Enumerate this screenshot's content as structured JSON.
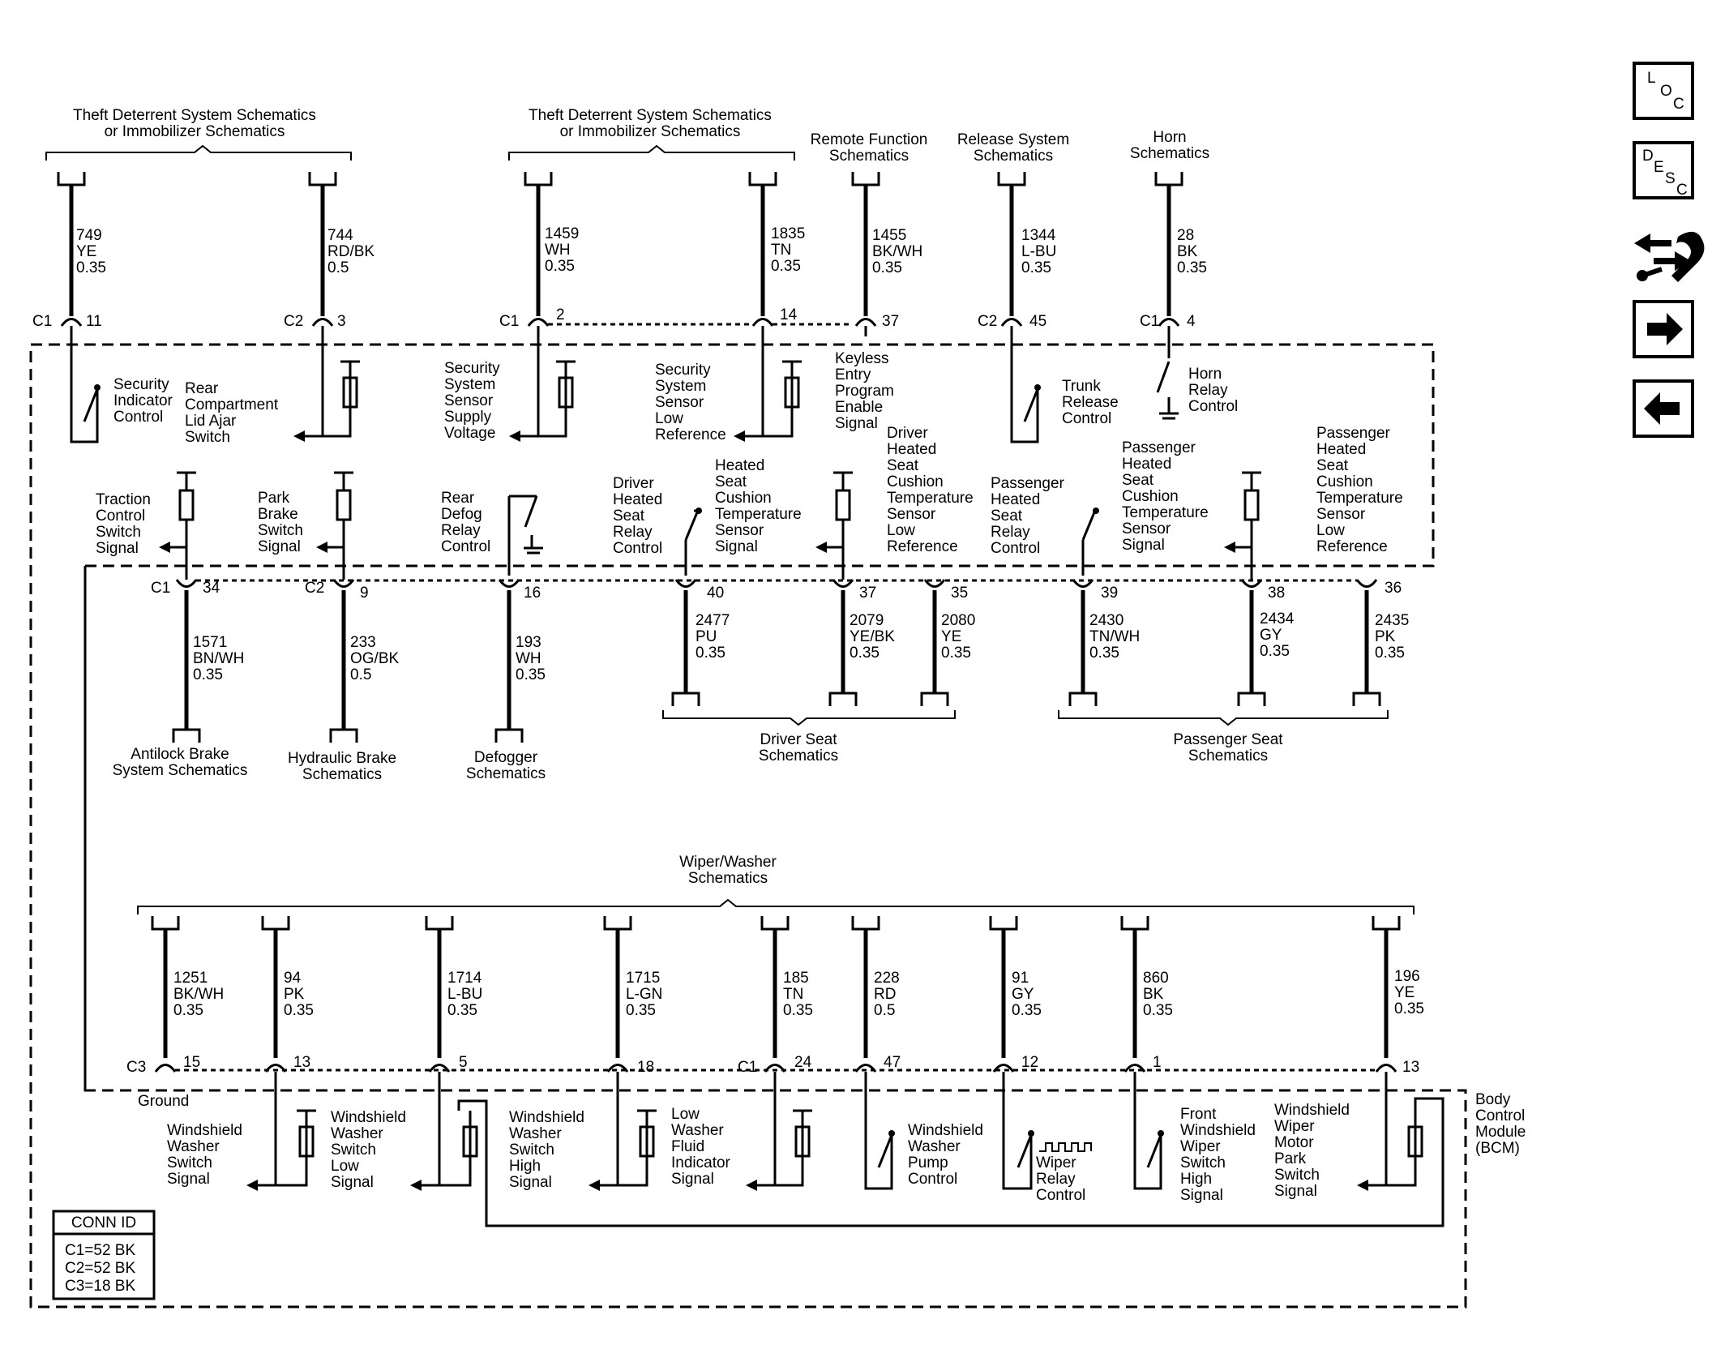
{
  "top_groups": [
    {
      "id": "tds1",
      "lines": [
        "Theft Deterrent System Schematics",
        "or Immobilizer Schematics"
      ]
    },
    {
      "id": "tds2",
      "lines": [
        "Theft Deterrent System Schematics",
        "or Immobilizer Schematics"
      ]
    },
    {
      "id": "rfs",
      "lines": [
        "Remote Function",
        "Schematics"
      ]
    },
    {
      "id": "rss",
      "lines": [
        "Release System",
        "Schematics"
      ]
    },
    {
      "id": "horn",
      "lines": [
        "Horn",
        "Schematics"
      ]
    }
  ],
  "top_wires": [
    {
      "circuit": "749",
      "color": "YE",
      "gauge": "0.35",
      "conn": "C1",
      "pin": "11"
    },
    {
      "circuit": "744",
      "color": "RD/BK",
      "gauge": "0.5",
      "conn": "C2",
      "pin": "3"
    },
    {
      "circuit": "1459",
      "color": "WH",
      "gauge": "0.35",
      "conn": "C1",
      "pin": "2"
    },
    {
      "circuit": "1835",
      "color": "TN",
      "gauge": "0.35",
      "conn": "",
      "pin": "14"
    },
    {
      "circuit": "1455",
      "color": "BK/WH",
      "gauge": "0.35",
      "conn": "",
      "pin": "37"
    },
    {
      "circuit": "1344",
      "color": "L-BU",
      "gauge": "0.35",
      "conn": "C2",
      "pin": "45"
    },
    {
      "circuit": "28",
      "color": "BK",
      "gauge": "0.35",
      "conn": "C1",
      "pin": "4"
    }
  ],
  "upper_labels": [
    {
      "id": "sic",
      "lines": [
        "Security",
        "Indicator",
        "Control"
      ]
    },
    {
      "id": "rcl",
      "lines": [
        "Rear",
        "Compartment",
        "Lid Ajar",
        "Switch"
      ]
    },
    {
      "id": "sssv",
      "lines": [
        "Security",
        "System",
        "Sensor",
        "Supply",
        "Voltage"
      ]
    },
    {
      "id": "sslr",
      "lines": [
        "Security",
        "System",
        "Sensor",
        "Low",
        "Reference"
      ]
    },
    {
      "id": "kep",
      "lines": [
        "Keyless",
        "Entry",
        "Program",
        "Enable",
        "Signal"
      ]
    },
    {
      "id": "trc",
      "lines": [
        "Trunk",
        "Release",
        "Control"
      ]
    },
    {
      "id": "hrc",
      "lines": [
        "Horn",
        "Relay",
        "Control"
      ]
    }
  ],
  "mid_labels": [
    {
      "id": "tcs",
      "lines": [
        "Traction",
        "Control",
        "Switch",
        "Signal"
      ]
    },
    {
      "id": "pbs",
      "lines": [
        "Park",
        "Brake",
        "Switch",
        "Signal"
      ]
    },
    {
      "id": "rdr",
      "lines": [
        "Rear",
        "Defog",
        "Relay",
        "Control"
      ]
    },
    {
      "id": "dhsr",
      "lines": [
        "Driver",
        "Heated",
        "Seat",
        "Relay",
        "Control"
      ]
    },
    {
      "id": "hsct",
      "lines": [
        "Heated",
        "Seat",
        "Cushion",
        "Temperature",
        "Sensor",
        "Signal"
      ]
    },
    {
      "id": "dhsc",
      "lines": [
        "Driver",
        "Heated",
        "Seat",
        "Cushion",
        "Temperature",
        "Sensor",
        "Low",
        "Reference"
      ]
    },
    {
      "id": "phsr",
      "lines": [
        "Passenger",
        "Heated",
        "Seat",
        "Relay",
        "Control"
      ]
    },
    {
      "id": "phst",
      "lines": [
        "Passenger",
        "Heated",
        "Seat",
        "Cushion",
        "Temperature",
        "Sensor",
        "Signal"
      ]
    },
    {
      "id": "phsl",
      "lines": [
        "Passenger",
        "Heated",
        "Seat",
        "Cushion",
        "Temperature",
        "Sensor",
        "Low",
        "Reference"
      ]
    }
  ],
  "mid_wires": [
    {
      "circuit": "1571",
      "color": "BN/WH",
      "gauge": "0.35",
      "conn": "C1",
      "pin": "34"
    },
    {
      "circuit": "233",
      "color": "OG/BK",
      "gauge": "0.5",
      "conn": "C2",
      "pin": "9"
    },
    {
      "circuit": "193",
      "color": "WH",
      "gauge": "0.35",
      "conn": "",
      "pin": "16"
    },
    {
      "circuit": "2477",
      "color": "PU",
      "gauge": "0.35",
      "conn": "",
      "pin": "40"
    },
    {
      "circuit": "2079",
      "color": "YE/BK",
      "gauge": "0.35",
      "conn": "",
      "pin": "37"
    },
    {
      "circuit": "2080",
      "color": "YE",
      "gauge": "0.35",
      "conn": "",
      "pin": "35"
    },
    {
      "circuit": "2430",
      "color": "TN/WH",
      "gauge": "0.35",
      "conn": "",
      "pin": "39"
    },
    {
      "circuit": "2434",
      "color": "GY",
      "gauge": "0.35",
      "conn": "",
      "pin": "38"
    },
    {
      "circuit": "2435",
      "color": "PK",
      "gauge": "0.35",
      "conn": "",
      "pin": "36"
    }
  ],
  "mid_destinations": [
    {
      "id": "abs",
      "lines": [
        "Antilock Brake",
        "System Schematics"
      ]
    },
    {
      "id": "hbs",
      "lines": [
        "Hydraulic Brake",
        "Schematics"
      ]
    },
    {
      "id": "dfs",
      "lines": [
        "Defogger",
        "Schematics"
      ]
    },
    {
      "id": "dss",
      "lines": [
        "Driver Seat",
        "Schematics"
      ]
    },
    {
      "id": "pss",
      "lines": [
        "Passenger Seat",
        "Schematics"
      ]
    }
  ],
  "wiper_group": {
    "lines": [
      "Wiper/Washer",
      "Schematics"
    ]
  },
  "bottom_wires": [
    {
      "circuit": "1251",
      "color": "BK/WH",
      "gauge": "0.35",
      "conn": "C3",
      "pin": "15"
    },
    {
      "circuit": "94",
      "color": "PK",
      "gauge": "0.35",
      "conn": "",
      "pin": "13"
    },
    {
      "circuit": "1714",
      "color": "L-BU",
      "gauge": "0.35",
      "conn": "",
      "pin": "5"
    },
    {
      "circuit": "1715",
      "color": "L-GN",
      "gauge": "0.35",
      "conn": "",
      "pin": "18"
    },
    {
      "circuit": "185",
      "color": "TN",
      "gauge": "0.35",
      "conn": "C1",
      "pin": "24"
    },
    {
      "circuit": "228",
      "color": "RD",
      "gauge": "0.5",
      "conn": "",
      "pin": "47"
    },
    {
      "circuit": "91",
      "color": "GY",
      "gauge": "0.35",
      "conn": "",
      "pin": "12"
    },
    {
      "circuit": "860",
      "color": "BK",
      "gauge": "0.35",
      "conn": "",
      "pin": "1"
    },
    {
      "circuit": "196",
      "color": "YE",
      "gauge": "0.35",
      "conn": "",
      "pin": "13"
    }
  ],
  "bottom_labels": [
    {
      "id": "gnd",
      "lines": [
        "Ground"
      ]
    },
    {
      "id": "wwss",
      "lines": [
        "Windshield",
        "Washer",
        "Switch",
        "Signal"
      ]
    },
    {
      "id": "wwsl",
      "lines": [
        "Windshield",
        "Washer",
        "Switch",
        "Low",
        "Signal"
      ]
    },
    {
      "id": "wwsh",
      "lines": [
        "Windshield",
        "Washer",
        "Switch",
        "High",
        "Signal"
      ]
    },
    {
      "id": "lwf",
      "lines": [
        "Low",
        "Washer",
        "Fluid",
        "Indicator",
        "Signal"
      ]
    },
    {
      "id": "wwpc",
      "lines": [
        "Windshield",
        "Washer",
        "Pump",
        "Control"
      ]
    },
    {
      "id": "wrc",
      "lines": [
        "Wiper",
        "Relay",
        "Control"
      ]
    },
    {
      "id": "fwws",
      "lines": [
        "Front",
        "Windshield",
        "Wiper",
        "Switch",
        "High",
        "Signal"
      ]
    },
    {
      "id": "wwmp",
      "lines": [
        "Windshield",
        "Wiper",
        "Motor",
        "Park",
        "Switch",
        "Signal"
      ]
    }
  ],
  "module": {
    "lines": [
      "Body",
      "Control",
      "Module",
      "(BCM)"
    ]
  },
  "conn_id": {
    "title": "CONN ID",
    "rows": [
      "C1=52 BK",
      "C2=52 BK",
      "C3=18 BK"
    ]
  },
  "nav": {
    "loc": [
      "L",
      "O",
      "C"
    ],
    "desc": [
      "D",
      "E",
      "S",
      "C"
    ]
  }
}
